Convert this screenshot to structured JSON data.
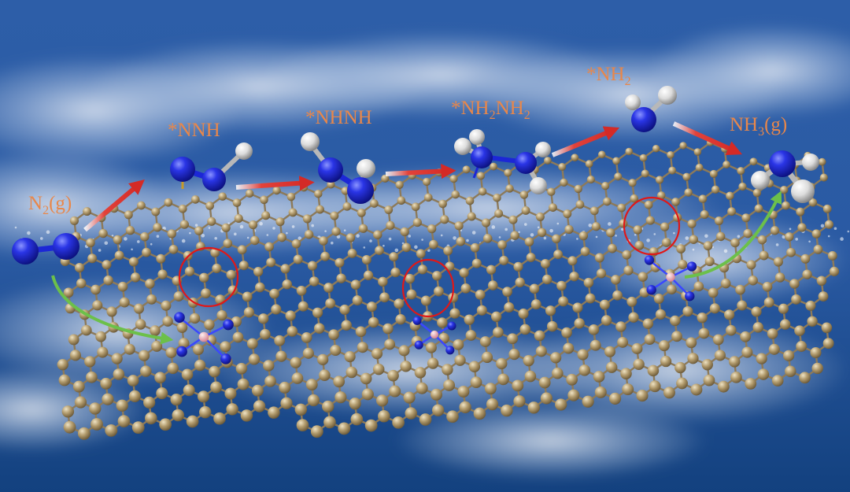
{
  "labels": {
    "n2_gas": {
      "main": "N",
      "sub": "2",
      "tail": "(g)"
    },
    "nnh": {
      "main": "*NNH"
    },
    "nhnh": {
      "main": "*NHNH"
    },
    "nh2nh2": {
      "pre": "*NH",
      "sub1": "2",
      "mid": "NH",
      "sub2": "2"
    },
    "nh2": {
      "main": "*NH",
      "sub": "2"
    },
    "nh3_gas": {
      "main": "NH",
      "sub": "3",
      "tail": "(g)"
    }
  },
  "colors": {
    "label_text": "#e8874a",
    "reaction_arrow": "#d42a26",
    "adsorption_arrow": "#6cc04a",
    "nitrogen_atom": "#1c27d6",
    "hydrogen_atom": "#e8e8e8",
    "carbon_atom": "#a48c62",
    "metal_atom": "#e8a0a8",
    "highlight_ring": "#e01818",
    "background": "#1d4f9a"
  },
  "icons": [
    "nitrogen-molecule",
    "nnh-intermediate",
    "nhnh-intermediate",
    "nh2nh2-intermediate",
    "nh2-intermediate",
    "ammonia-molecule",
    "graphene-sheet",
    "metal-n4-site"
  ]
}
